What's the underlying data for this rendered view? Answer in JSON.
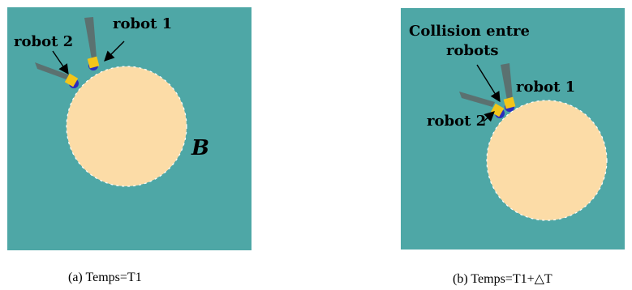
{
  "colors": {
    "background": "#4ea7a6",
    "obstacle": "#fcdca7",
    "robot_body": "#f3c51a",
    "robot_base": "#2b2bbd",
    "sensor_beam": "#5d6b6a",
    "label": "#000000"
  },
  "panels": [
    {
      "labels": {
        "robot1": "robot 1",
        "robot2": "robot 2",
        "obstacle": "B"
      },
      "caption": "(a)  Temps=T1"
    },
    {
      "labels": {
        "collision_line1": "Collision entre",
        "collision_line2": "robots",
        "robot1": "robot 1",
        "robot2": "robot 2"
      },
      "caption": "(b)  Temps=T1+△T"
    }
  ]
}
